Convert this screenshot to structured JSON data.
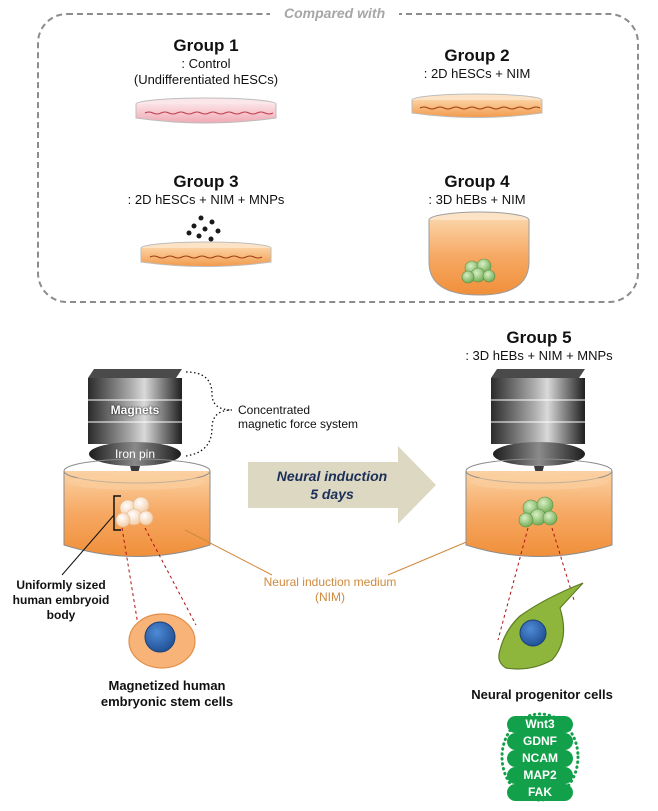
{
  "compared_label": "Compared with",
  "groups": [
    {
      "title": "Group 1",
      "sub_lines": [
        ": Control",
        "(Undifferentiated hESCs)"
      ]
    },
    {
      "title": "Group 2",
      "sub_lines": [
        ": 2D hESCs + NIM"
      ]
    },
    {
      "title": "Group 3",
      "sub_lines": [
        ": 2D hESCs + NIM + MNPs"
      ]
    },
    {
      "title": "Group 4",
      "sub_lines": [
        ": 3D hEBs + NIM"
      ]
    },
    {
      "title": "Group 5",
      "sub_lines": [
        ": 3D hEBs + NIM + MNPs"
      ]
    }
  ],
  "apparatus": {
    "magnets_label": "Magnets",
    "iron_pin_label": "Iron pin",
    "force_system_label": "Concentrated magnetic force system",
    "force_system_lines": [
      "Concentrated",
      "magnetic force system"
    ]
  },
  "arrow": {
    "line1": "Neural induction",
    "line2": "5 days"
  },
  "medium_label": {
    "line1": "Neural induction medium",
    "line2": "(NIM)"
  },
  "embryoid_label": {
    "line1": "Uniformly sized",
    "line2": "human embryoid body"
  },
  "stem_cells_label": {
    "line1": "Magnetized  human",
    "line2": "embryonic  stem cells"
  },
  "progenitor_label": "Neural progenitor cells",
  "markers": [
    "Wnt3",
    "GDNF",
    "NCAM",
    "MAP2",
    "FAK"
  ],
  "colors": {
    "medium_orange": "#f5a35a",
    "control_pink": "#f2b6bf",
    "cluster_green": "#7fbf6a",
    "cell_orange": "#f7b378",
    "nucleus_blue": "#2e5fa6",
    "progenitor_green": "#8fb63c",
    "marker_green": "#12a14a",
    "arrow_beige": "#ddd8c2"
  }
}
